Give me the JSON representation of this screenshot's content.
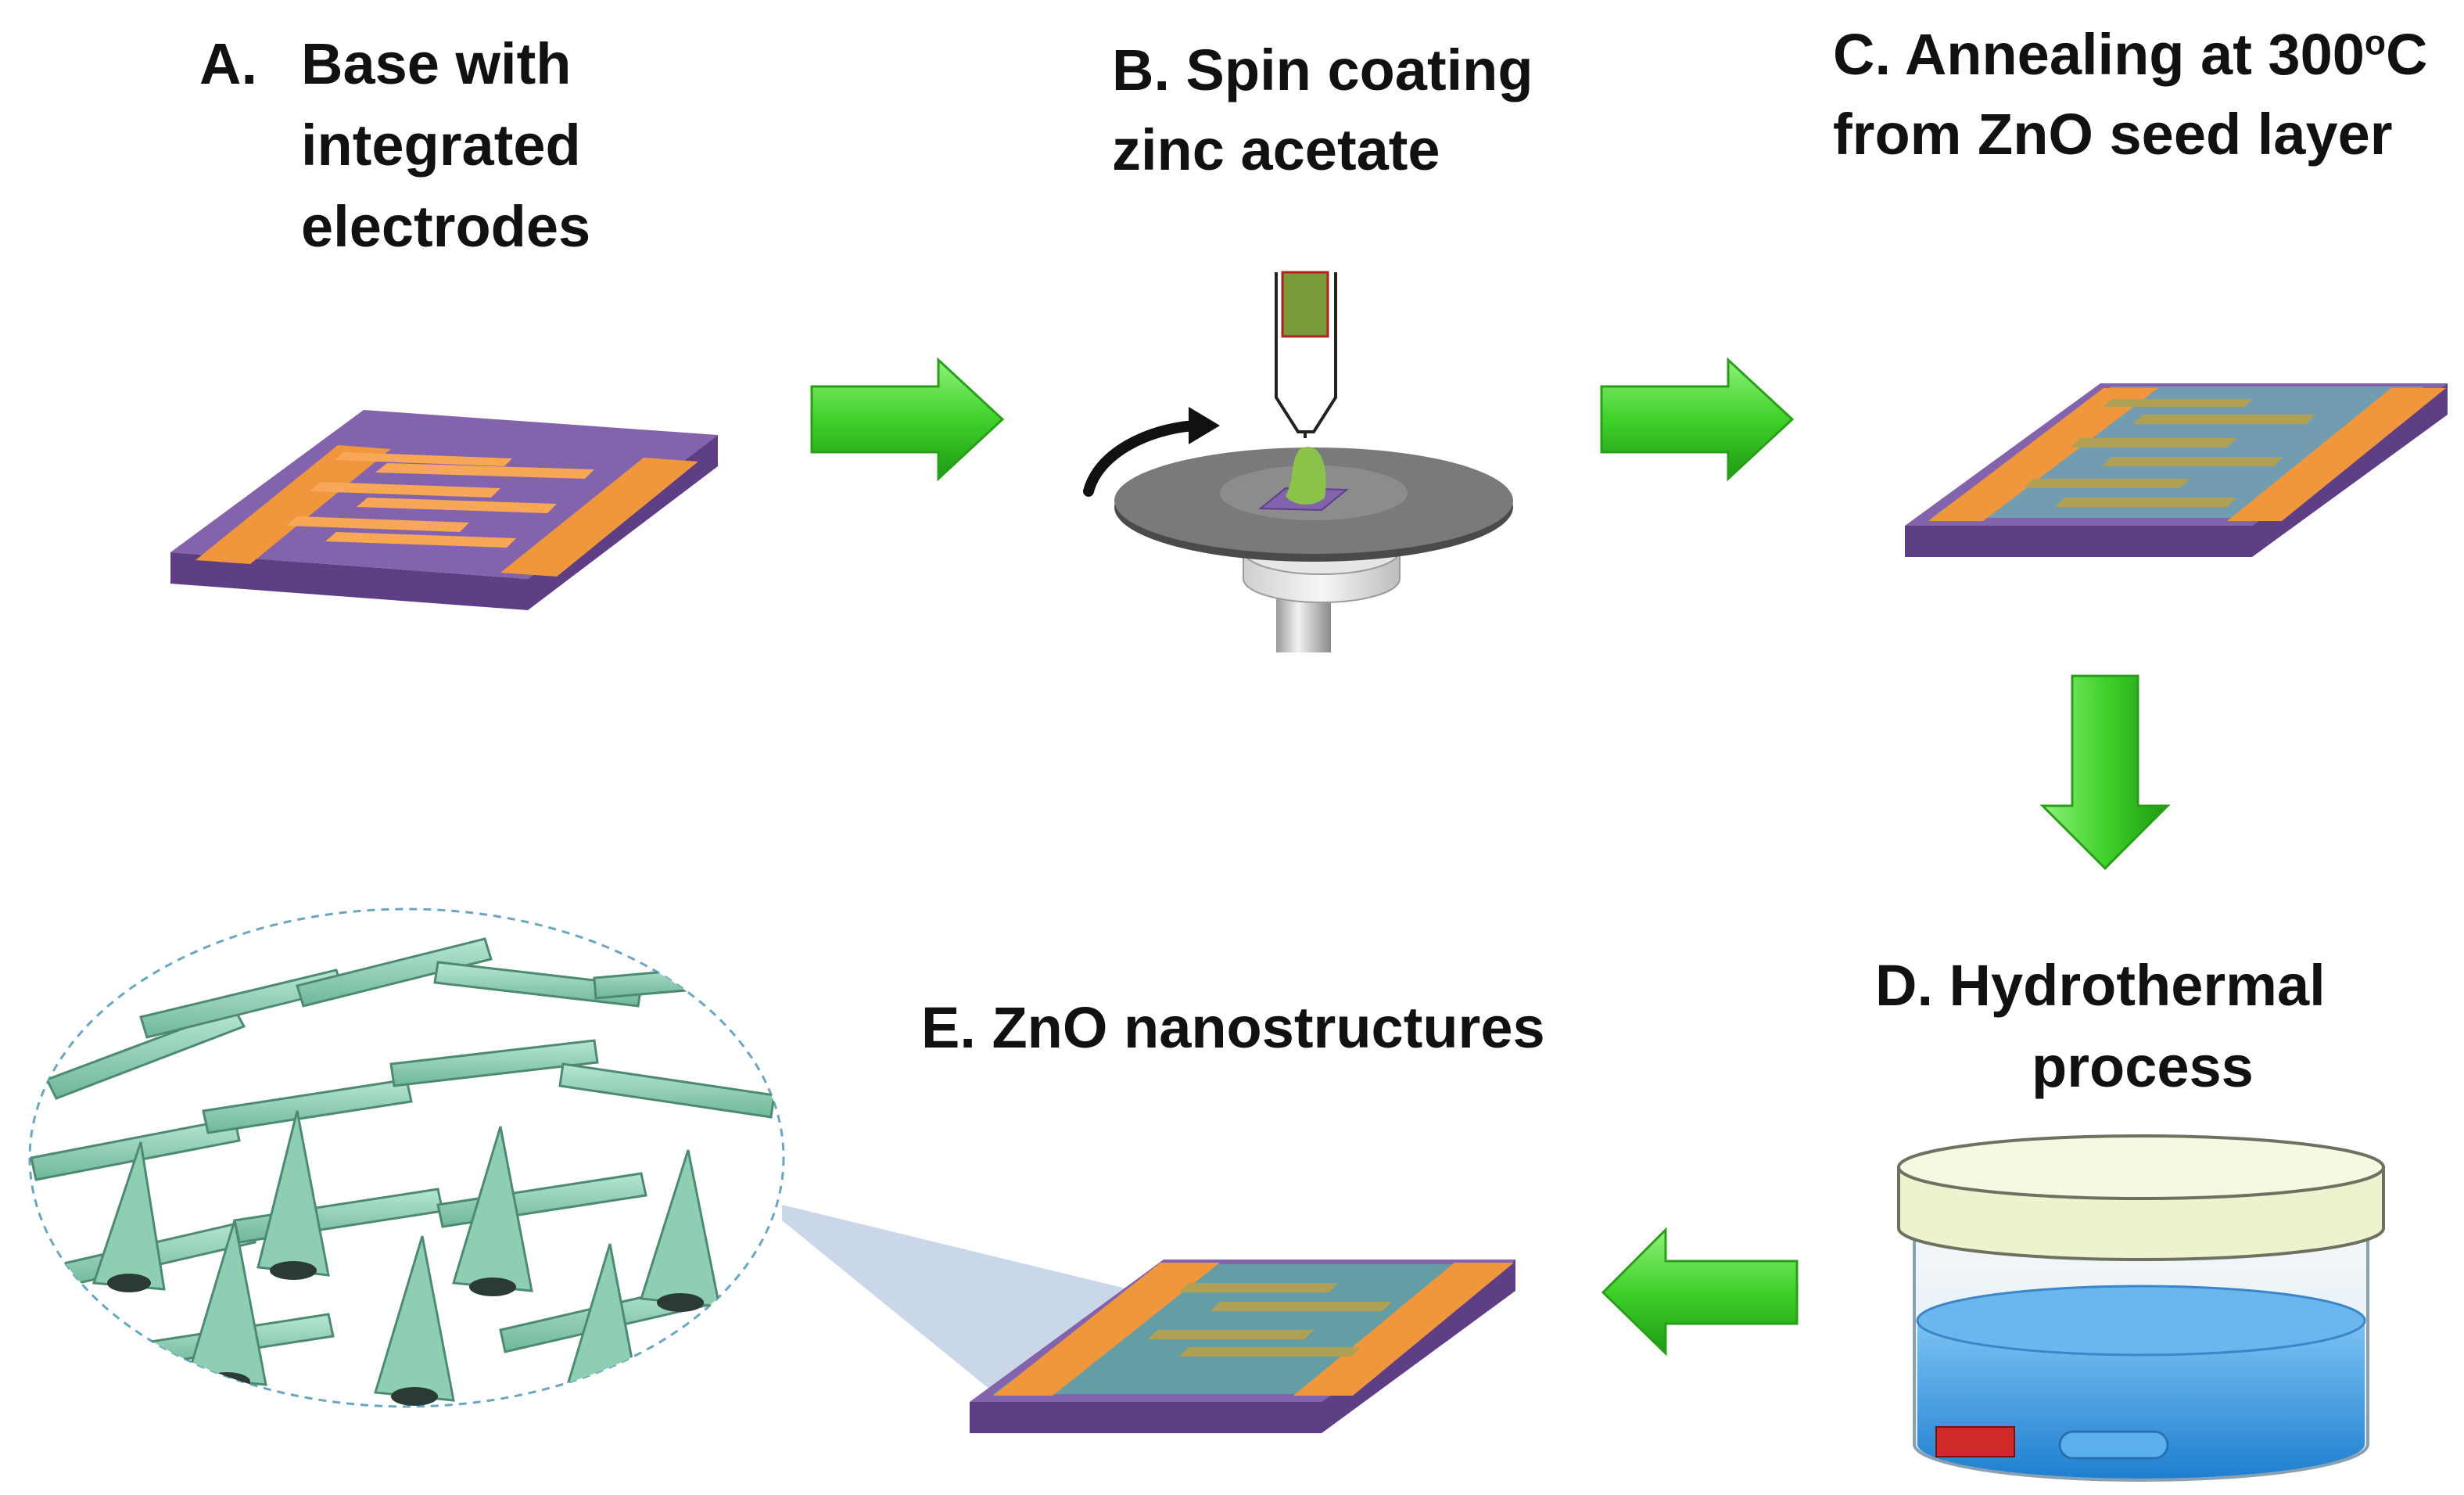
{
  "steps": {
    "a": {
      "letter": "A.",
      "lines": [
        "Base with",
        "integrated",
        "electrodes"
      ]
    },
    "b": {
      "lines": [
        "B. Spin coating",
        "zinc acetate"
      ]
    },
    "c": {
      "line1_prefix": "C. Annealing at 300",
      "line1_sup": "o",
      "line1_suffix": "C",
      "line2": "from ZnO seed layer"
    },
    "d": {
      "lines": [
        "D. Hydrothermal",
        "process"
      ]
    },
    "e": {
      "label": "E. ZnO nanostructures"
    }
  },
  "colors": {
    "substrate": "#8463ad",
    "electrode": "#f0963c",
    "seed_layer": "#7ab4b4",
    "arrow": "#3fd22a",
    "nanorod": "#8ecfb4",
    "water": "#3b9be0",
    "lid": "#eef2cf",
    "drop": "#8bc34a"
  },
  "icons": [
    "arrow-right-icon",
    "arrow-down-icon",
    "arrow-left-icon",
    "rotation-arrow-icon",
    "pipette-icon"
  ]
}
